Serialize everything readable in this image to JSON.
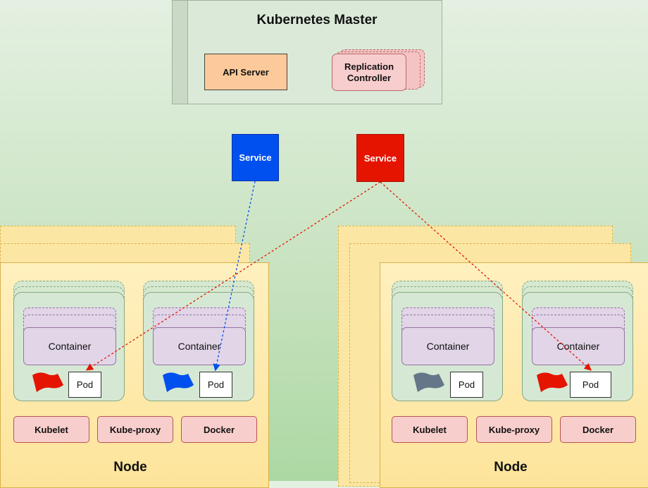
{
  "master": {
    "title": "Kubernetes Master",
    "api_server": "API Server",
    "replication_controller": "Replication\nController"
  },
  "services": [
    {
      "label": "Service",
      "color": "#0050ef"
    },
    {
      "label": "Service",
      "color": "#e51400"
    }
  ],
  "nodes": [
    {
      "label": "Node",
      "pods": [
        {
          "container": "Container",
          "pod": "Pod",
          "flag_color": "#e51400"
        },
        {
          "container": "Container",
          "pod": "Pod",
          "flag_color": "#0050ef"
        }
      ],
      "components": [
        "Kubelet",
        "Kube-proxy",
        "Docker"
      ]
    },
    {
      "label": "Node",
      "pods": [
        {
          "container": "Container",
          "pod": "Pod",
          "flag_color": "#647687"
        },
        {
          "container": "Container",
          "pod": "Pod",
          "flag_color": "#e51400"
        }
      ],
      "components": [
        "Kubelet",
        "Kube-proxy",
        "Docker"
      ]
    }
  ],
  "colors": {
    "blue_link": "#0050ef",
    "red_link": "#e51400"
  }
}
